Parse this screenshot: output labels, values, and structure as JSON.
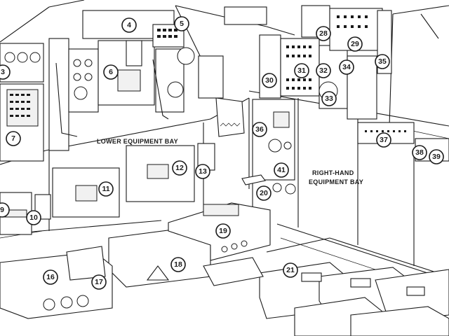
{
  "labels": {
    "lower_equipment_bay": "LOWER EQUIPMENT BAY",
    "right_hand_equipment_bay_line1": "RIGHT-HAND",
    "right_hand_equipment_bay_line2": "EQUIPMENT BAY"
  },
  "callouts": [
    "3",
    "4",
    "5",
    "6",
    "7",
    "9",
    "10",
    "11",
    "12",
    "13",
    "16",
    "17",
    "18",
    "19",
    "20",
    "21",
    "28",
    "29",
    "30",
    "31",
    "32",
    "33",
    "34",
    "35",
    "36",
    "37",
    "38",
    "39",
    "41"
  ],
  "colors": {
    "ink": "#1a1a1a",
    "paper": "#ffffff"
  }
}
